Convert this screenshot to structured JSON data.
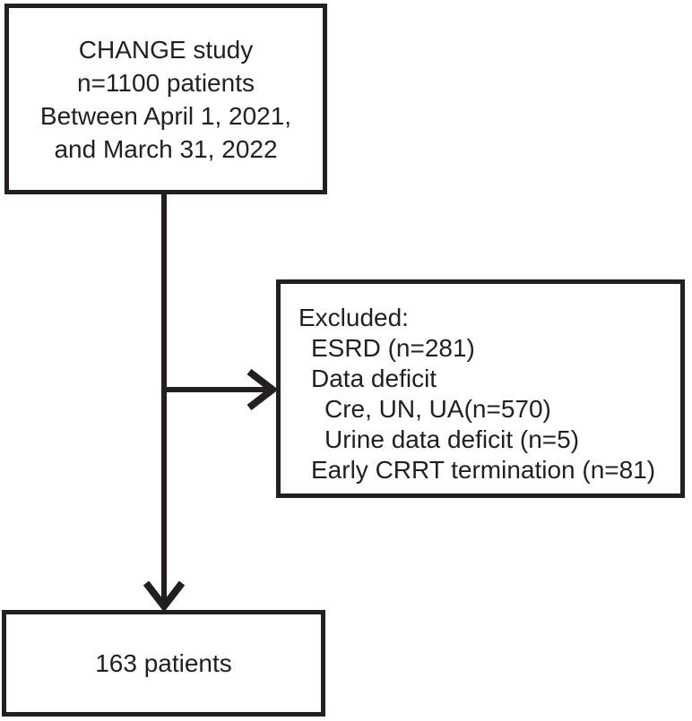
{
  "figure": {
    "type": "patient-flow-diagram"
  },
  "colors": {
    "ink": "#231f20",
    "background": "#ffffff"
  },
  "boxes": {
    "study": {
      "lines": [
        "CHANGE study",
        "n=1100 patients",
        "Between April 1, 2021,",
        "and March 31, 2022"
      ]
    },
    "excluded": {
      "lines": [
        {
          "text": "Excluded:",
          "indent": 0
        },
        {
          "text": "ESRD (n=281)",
          "indent": 1
        },
        {
          "text": "Data deficit",
          "indent": 1
        },
        {
          "text": "Cre, UN, UA(n=570)",
          "indent": 2
        },
        {
          "text": "Urine data deficit (n=5)",
          "indent": 2
        },
        {
          "text": "Early CRRT termination (n=81)",
          "indent": 1
        }
      ]
    },
    "final": {
      "lines": [
        "163 patients"
      ]
    }
  }
}
